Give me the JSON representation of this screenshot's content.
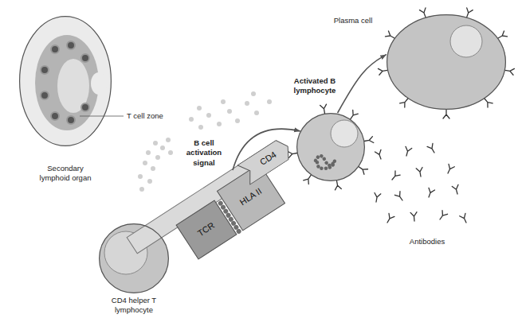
{
  "diagram": {
    "nodes": [
      {
        "text": [
          "Secondary lymphoid organ"
        ]
      },
      {
        "text": [
          "CD4 helper T lymphocyte"
        ]
      },
      {
        "text": [
          "TCR"
        ]
      },
      {
        "text": [
          "HLA II"
        ]
      },
      {
        "text": [
          "CD4"
        ]
      },
      {
        "text": [
          "Activated B lymphocyte"
        ]
      },
      {
        "text": [
          "Plasma cell"
        ]
      }
    ],
    "edges": [
      {
        "from": 5,
        "to": 6,
        "arrow": "to"
      }
    ],
    "labels": [
      "T cell zone",
      "B cell activation signal",
      "Antibodies"
    ]
  }
}
